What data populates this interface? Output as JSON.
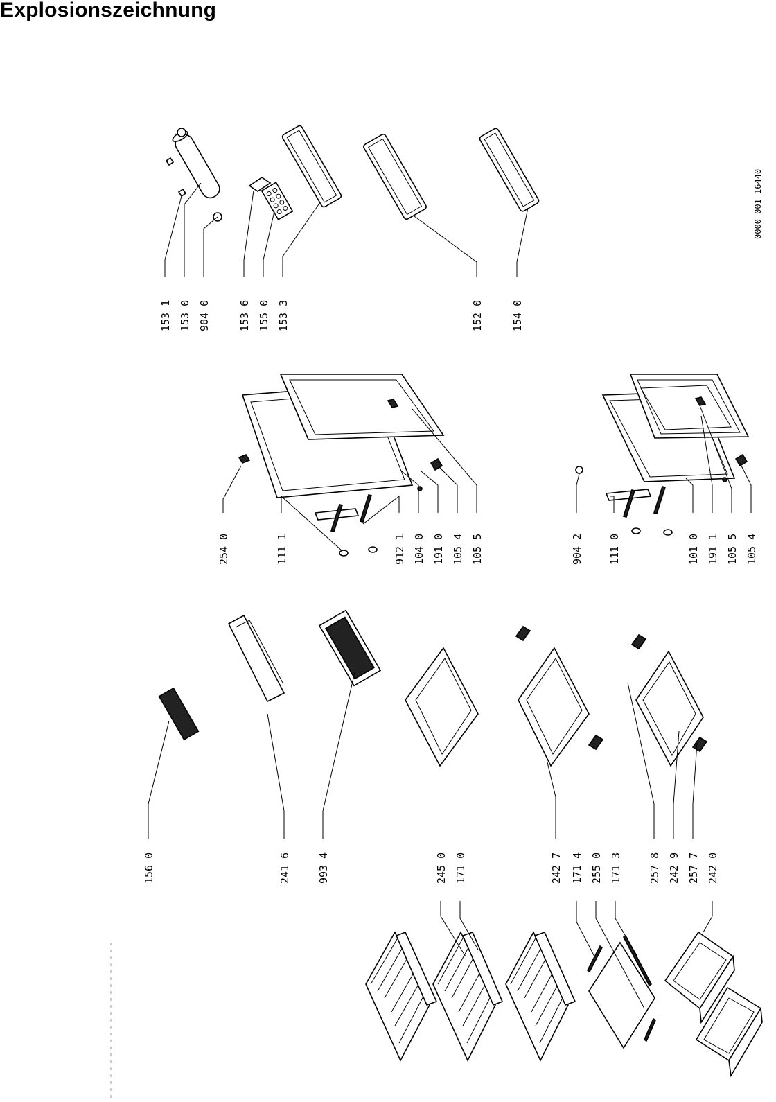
{
  "title": "Explosionszeichnung",
  "reference_code": "0000 001 16440",
  "part_labels": [
    {
      "id": "153-1",
      "text": "153 1"
    },
    {
      "id": "153-0",
      "text": "153 0"
    },
    {
      "id": "904-0",
      "text": "904 0"
    },
    {
      "id": "153-6",
      "text": "153 6"
    },
    {
      "id": "155-0",
      "text": "155 0"
    },
    {
      "id": "153-3",
      "text": "153 3"
    },
    {
      "id": "152-0",
      "text": "152 0"
    },
    {
      "id": "154-0",
      "text": "154 0"
    },
    {
      "id": "254-0",
      "text": "254 0"
    },
    {
      "id": "111-1",
      "text": "111 1"
    },
    {
      "id": "912-1",
      "text": "912 1"
    },
    {
      "id": "104-0",
      "text": "104 0"
    },
    {
      "id": "191-0",
      "text": "191 0"
    },
    {
      "id": "105-4a",
      "text": "105 4"
    },
    {
      "id": "105-5a",
      "text": "105 5"
    },
    {
      "id": "904-2",
      "text": "904 2"
    },
    {
      "id": "111-0",
      "text": "111 0"
    },
    {
      "id": "101-0",
      "text": "101 0"
    },
    {
      "id": "191-1",
      "text": "191 1"
    },
    {
      "id": "105-5b",
      "text": "105 5"
    },
    {
      "id": "105-4b",
      "text": "105 4"
    },
    {
      "id": "156-0",
      "text": "156 0"
    },
    {
      "id": "241-6",
      "text": "241 6"
    },
    {
      "id": "993-4",
      "text": "993 4"
    },
    {
      "id": "245-0",
      "text": "245 0"
    },
    {
      "id": "171-0",
      "text": "171 0"
    },
    {
      "id": "242-7",
      "text": "242 7"
    },
    {
      "id": "171-4",
      "text": "171 4"
    },
    {
      "id": "255-0",
      "text": "255 0"
    },
    {
      "id": "171-3",
      "text": "171 3"
    },
    {
      "id": "257-8",
      "text": "257 8"
    },
    {
      "id": "242-9",
      "text": "242 9"
    },
    {
      "id": "257-7",
      "text": "257 7"
    },
    {
      "id": "242-0",
      "text": "242 0"
    }
  ]
}
